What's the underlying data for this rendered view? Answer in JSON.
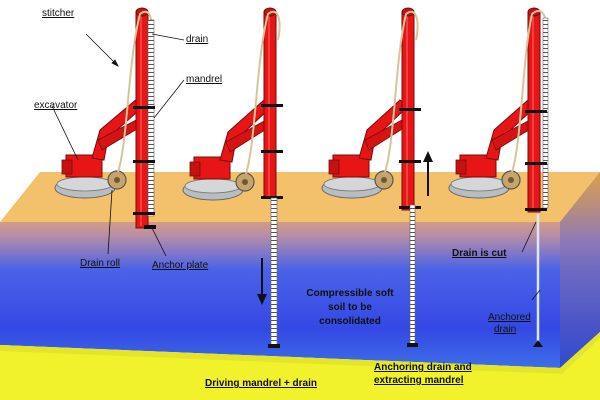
{
  "labels": {
    "stitcher": "stitcher",
    "drain": "drain",
    "mandrel": "mandrel",
    "excavator": "excavator",
    "drain_roll": "Drain roll",
    "anchor_plate": "Anchor plate",
    "drain_is_cut": "Drain is cut",
    "anchored_drain_line1": "Anchored",
    "anchored_drain_line2": "drain",
    "soil_line1": "Compressible soft",
    "soil_line2": "soil to be",
    "soil_line3": "consolidated",
    "driving": "Driving mandrel + drain",
    "anchoring_line1": "Anchoring drain and",
    "anchoring_line2": "extracting mandrel"
  },
  "colors": {
    "top_sand": "#f2bb62",
    "clay_blue": "#3d52e6",
    "bottom_yellow": "#f1f22c",
    "machine_red": "#e61616",
    "machine_outline": "#7a0a0a",
    "track_grey": "#b9bcc0"
  }
}
